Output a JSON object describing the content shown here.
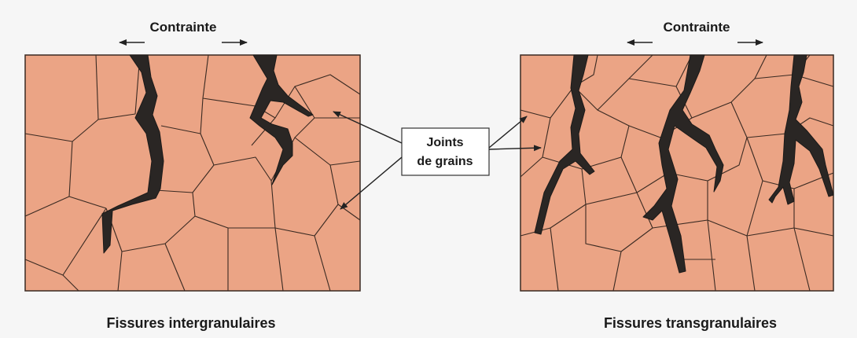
{
  "colors": {
    "background": "#f6f6f6",
    "grain_fill": "#eba485",
    "grain_edge": "#3a2a22",
    "crack": "#2a2624",
    "text": "#1a1a1a"
  },
  "left_panel": {
    "stress_label": "Contrainte",
    "caption": "Fissures intergranulaires"
  },
  "right_panel": {
    "stress_label": "Contrainte",
    "caption": "Fissures transgranulaires"
  },
  "center_label": {
    "line1": "Joints",
    "line2": "de grains"
  }
}
